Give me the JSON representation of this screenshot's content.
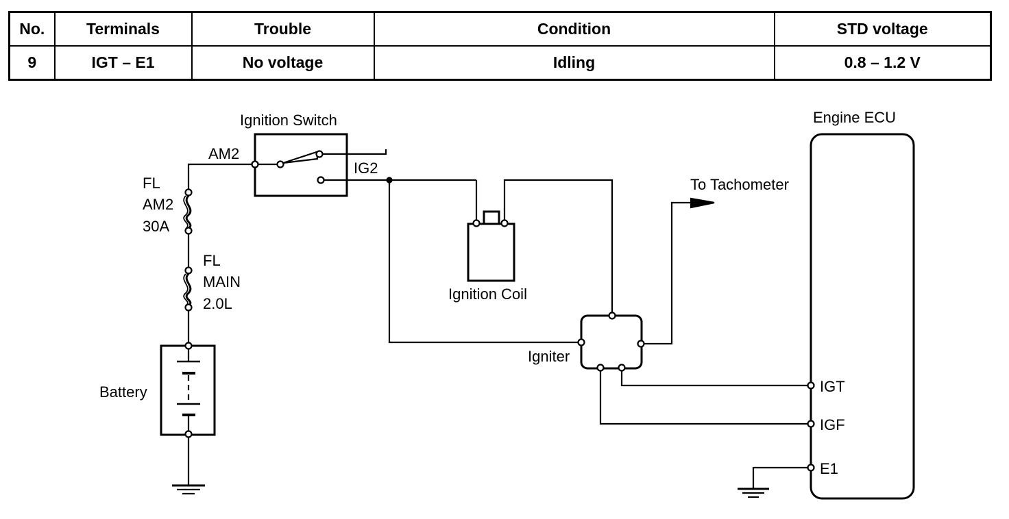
{
  "table": {
    "headers": [
      "No.",
      "Terminals",
      "Trouble",
      "Condition",
      "STD voltage"
    ],
    "rows": [
      [
        "9",
        "IGT – E1",
        "No voltage",
        "Idling",
        "0.8 – 1.2 V"
      ]
    ]
  },
  "diagram": {
    "ignition_switch_label": "Ignition Switch",
    "am2_terminal": "AM2",
    "ig2_terminal": "IG2",
    "fuse_am2": [
      "FL",
      "AM2",
      "30A"
    ],
    "fuse_main": [
      "FL",
      "MAIN",
      "2.0L"
    ],
    "battery_label": "Battery",
    "ignition_coil_label": "Ignition Coil",
    "igniter_label": "Igniter",
    "tachometer_label": "To Tachometer",
    "ecu_label": "Engine ECU",
    "ecu_terminals": [
      "IGT",
      "IGF",
      "E1"
    ]
  }
}
